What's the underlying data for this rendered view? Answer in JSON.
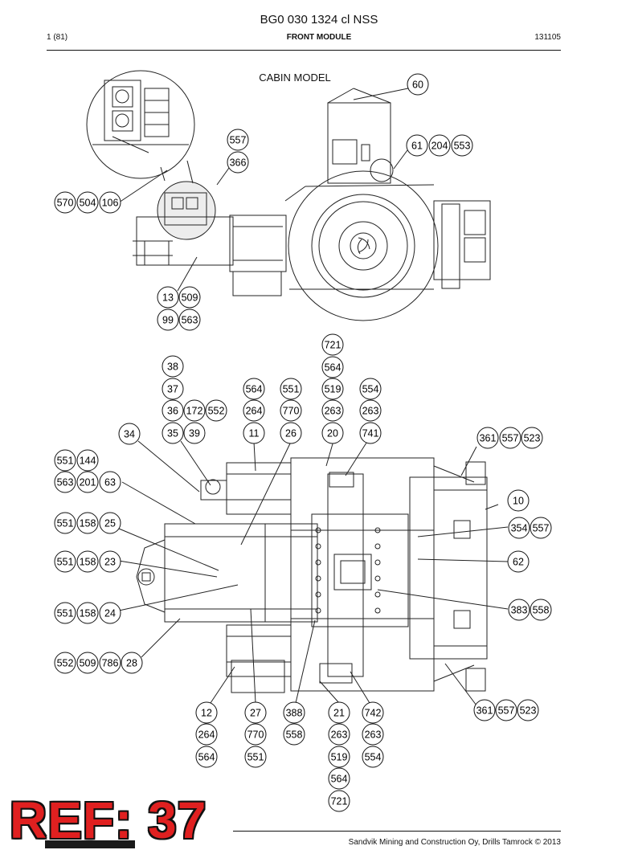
{
  "header": {
    "title": "BG0 030 1324 cl NSS",
    "page": "1 (81)",
    "section": "FRONT MODULE",
    "code": "131105"
  },
  "diagram": {
    "cabin_label": "CABIN MODEL",
    "callouts_top": [
      "60",
      "557",
      "366",
      "61",
      "204",
      "553",
      "570",
      "504",
      "106",
      "13",
      "509",
      "99",
      "563"
    ],
    "callouts_main": [
      "721",
      "564",
      "519",
      "263",
      "20",
      "38",
      "37",
      "36",
      "172",
      "552",
      "35",
      "39",
      "564",
      "264",
      "11",
      "551",
      "770",
      "26",
      "554",
      "263",
      "741",
      "34",
      "361",
      "557",
      "523",
      "551",
      "144",
      "563",
      "201",
      "63",
      "10",
      "551",
      "158",
      "25",
      "354",
      "557",
      "551",
      "158",
      "23",
      "62",
      "551",
      "158",
      "24",
      "383",
      "558",
      "552",
      "509",
      "786",
      "28",
      "361",
      "557",
      "523",
      "12",
      "264",
      "564",
      "27",
      "770",
      "551",
      "388",
      "558",
      "21",
      "263",
      "519",
      "564",
      "721",
      "742",
      "263",
      "554"
    ]
  },
  "watermark": "REF: 37",
  "footer": {
    "copyright": "Sandvik Mining and Construction Oy, Drills Tamrock © 2013"
  }
}
